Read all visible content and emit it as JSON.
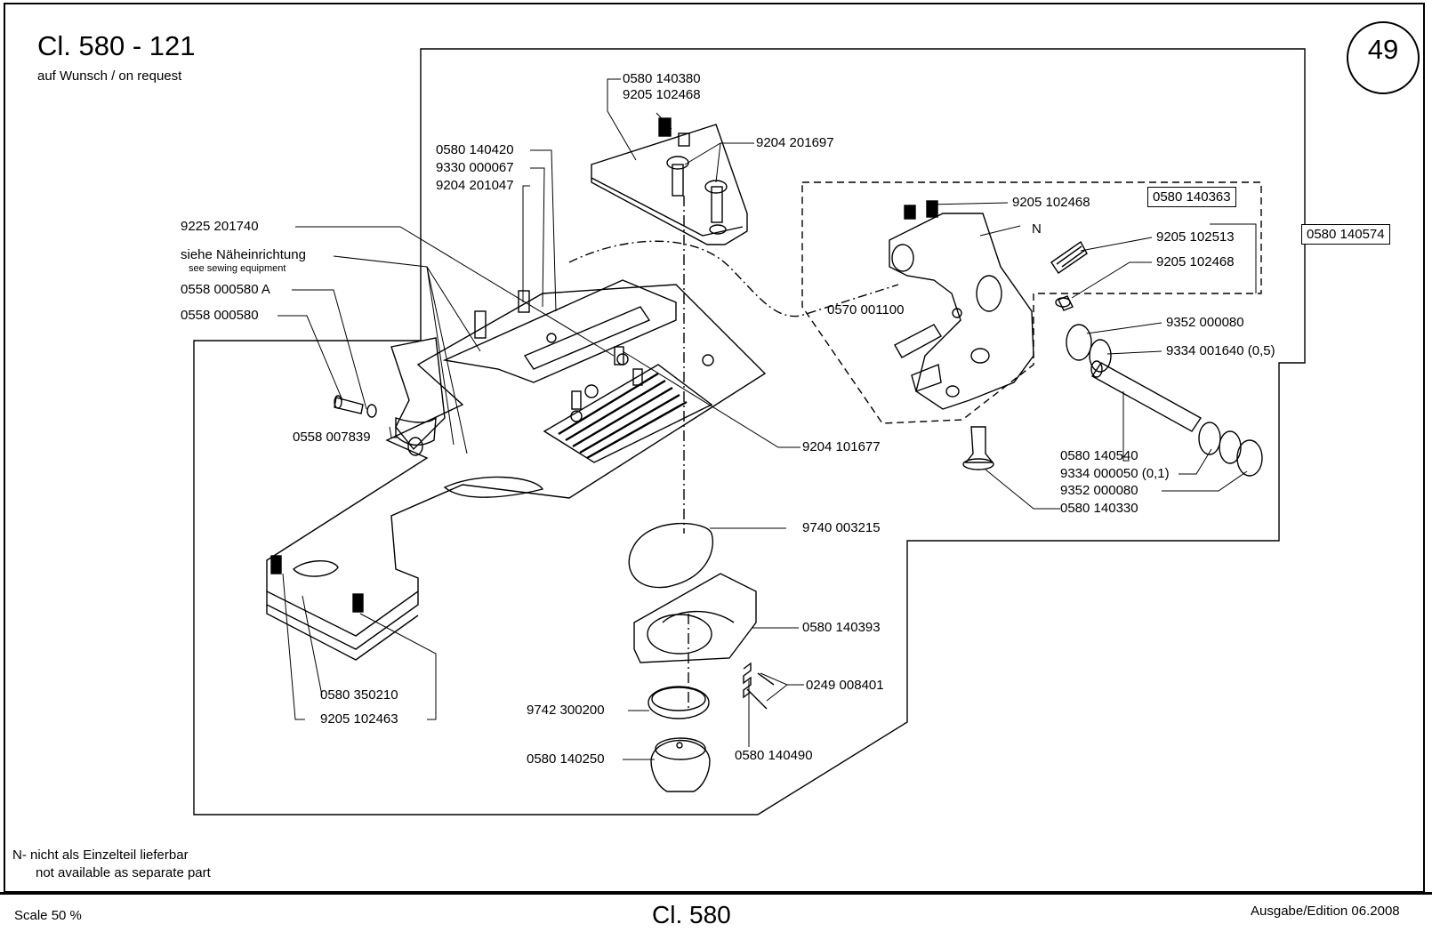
{
  "header": {
    "title": "Cl. 580 - 121",
    "subtitle": "auf Wunsch / on request",
    "page_number": "49"
  },
  "parts": {
    "p_0580_140380": "0580 140380",
    "p_9205_102468_top": "9205 102468",
    "p_9204_201697": "9204 201697",
    "p_0580_140420": "0580 140420",
    "p_9330_000067": "9330 000067",
    "p_9204_201047": "9204 201047",
    "p_9225_201740": "9225 201740",
    "siehe_de": "siehe Näheinrichtung",
    "siehe_en": "see sewing equipment",
    "p_0558_000580_A": "0558 000580 A",
    "p_0558_000580": "0558 000580",
    "p_0558_007839": "0558 007839",
    "p_9204_101677": "9204 101677",
    "p_9205_102468_a": "9205 102468",
    "p_0580_140363": "0580 140363",
    "p_N": "N",
    "p_9205_102513": "9205 102513",
    "p_9205_102468_b": "9205 102468",
    "p_0580_140574": "0580 140574",
    "p_0570_001100": "0570 001100",
    "p_9352_000080_a": "9352 000080",
    "p_9334_001640": "9334 001640 (0,5)",
    "p_0580_140540": "0580 140540",
    "p_9334_000050": "9334 000050 (0,1)",
    "p_9352_000080_b": "9352 000080",
    "p_0580_140330": "0580 140330",
    "p_9740_003215": "9740 003215",
    "p_0580_140393": "0580 140393",
    "p_0249_008401": "0249 008401",
    "p_9742_300200": "9742 300200",
    "p_0580_140250": "0580 140250",
    "p_0580_140490": "0580 140490",
    "p_0580_350210": "0580 350210",
    "p_9205_102463": "9205 102463"
  },
  "notes": {
    "n_line1": "N- nicht als Einzelteil lieferbar",
    "n_line2": "not available as separate part"
  },
  "footer": {
    "scale": "Scale 50 %",
    "model": "Cl. 580",
    "edition": "Ausgabe/Edition 06.2008"
  }
}
